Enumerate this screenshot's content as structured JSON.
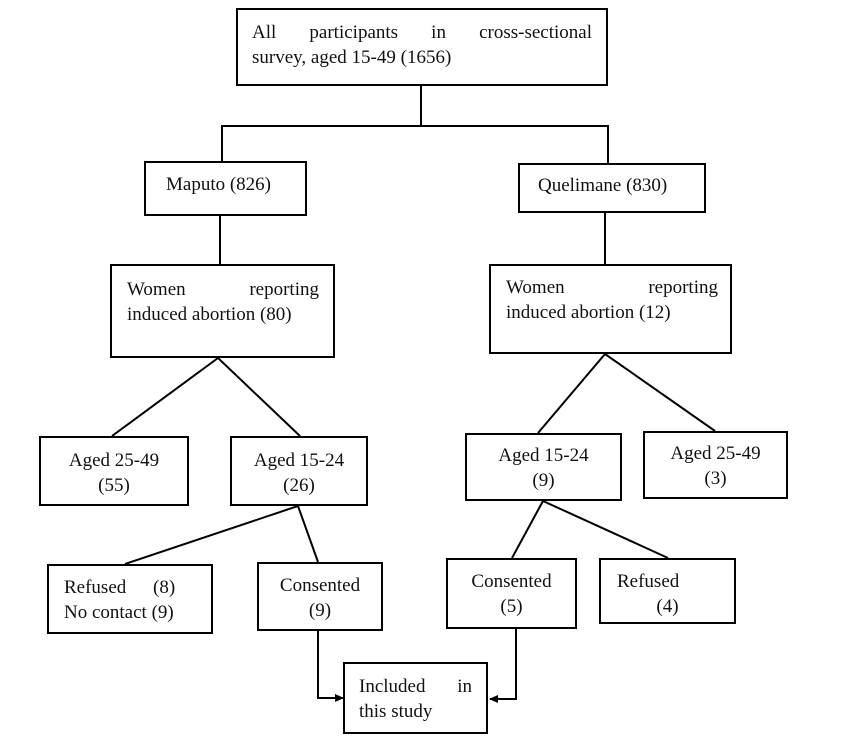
{
  "nodes": {
    "all": [
      "All participants in cross-sectional",
      "survey, aged 15-49 (1656)"
    ],
    "maputo": [
      "Maputo (826)"
    ],
    "quelimane": [
      "Quelimane (830)"
    ],
    "maputo_abortion": [
      "Women reporting",
      "induced abortion (80)"
    ],
    "quelimane_abortion": [
      "Women reporting",
      "induced abortion (12)"
    ],
    "maputo_25_49": [
      "Aged 25-49",
      "(55)"
    ],
    "maputo_15_24": [
      "Aged 15-24",
      "(26)"
    ],
    "quelimane_15_24": [
      "Aged 15-24",
      "(9)"
    ],
    "quelimane_25_49": [
      "Aged 25-49",
      "(3)"
    ],
    "maputo_refused": [
      "Refused (8)",
      "No contact (9)"
    ],
    "maputo_consented": [
      "Consented",
      "(9)"
    ],
    "quelimane_consented": [
      "Consented",
      "(5)"
    ],
    "quelimane_refused": [
      "Refused",
      "(4)"
    ],
    "included": [
      "Included in",
      "this study"
    ]
  }
}
